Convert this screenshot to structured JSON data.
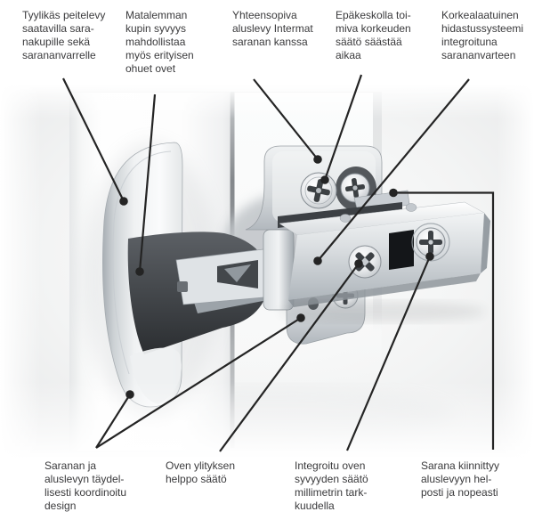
{
  "colors": {
    "background": "#ffffff",
    "text": "#3a3a3c",
    "callout_line": "#242424"
  },
  "callouts": {
    "cover_cap": {
      "text": "Tyylikäs peitelevy\nsaatavilla sara-\nnakupille sekä\nsarananvarrelle"
    },
    "cup_depth": {
      "text": "Matalemman\nkupin syvyys\nmahdollistaa\nmyös erityisen\nohuet ovet"
    },
    "plate_compat": {
      "text": "Yhteensopiva\naluslevy Intermat\nsaranan kanssa"
    },
    "height_adjust": {
      "text": "Epäkeskolla toi-\nmiva korkeuden\nsäätö säästää\naikaa"
    },
    "damping": {
      "text": "Korkealaatuinen\nhidastussysteemi\nintegroituna\nsarananvarteen"
    },
    "coordinated_design": {
      "text": "Saranan ja\naluslevyn täydel-\nlisesti koordinoitu\ndesign"
    },
    "overlay_adjust": {
      "text": "Oven ylityksen\nhelppo säätö"
    },
    "depth_adjust": {
      "text": "Integroitu oven\nsyvyyden säätö\nmillimetrin tark-\nkuudella"
    },
    "clip_on": {
      "text": "Sarana kiinnittyy\naluslevyyn hel-\nposti ja nopeasti"
    }
  }
}
